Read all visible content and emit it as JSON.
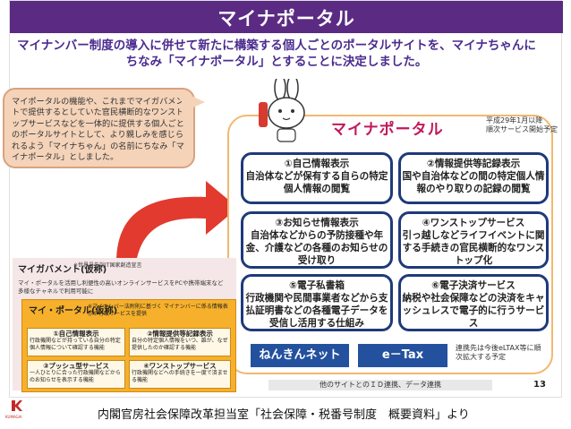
{
  "title": "マイナポータル",
  "lead": {
    "line1": "マイナンバー制度の導入に併せて新たに構築する個人ごとのポータルサイトを、マイナちゃんに",
    "line2": "ちなみ「マイナポータル」とすることに決定しました。"
  },
  "speech": {
    "text": "マイポータルの機能や、これまでマイガバメントで提供するとしていた官民横断的なワンストップサービスなどを一体的に提供する個人ごとのポータルサイトとして、より親しみを感じられるよう「マイナちゃん」の名前にちなみ「マイナポータル」としました。"
  },
  "portal": {
    "heading": "マイナポータル",
    "note": "平成29年1月以降\n順次サービス開始予定",
    "services": [
      {
        "title": "①自己情報表示",
        "body": "自治体などが保有する自らの特定個人情報の閲覧"
      },
      {
        "title": "②情報提供等記録表示",
        "body": "国や自治体などの間の特定個人情報のやり取りの記録の閲覧"
      },
      {
        "title": "③お知らせ情報表示",
        "body": "自治体などからの予防接種や年金、介護などの各種のお知らせの受け取り"
      },
      {
        "title": "④ワンストップサービス",
        "body": "引っ越しなどライフイベントに関する手続きの官民横断的なワンストップ化"
      },
      {
        "title": "⑤電子私書箱",
        "body": "行政機関や民間事業者などから支払証明書などの各種電子データを受信し活用する仕組み"
      },
      {
        "title": "⑥電子決済サービス",
        "body": "納税や社会保障などの決済をキャッシュレスで電子的に行うサービス"
      }
    ],
    "nenkin": "ねんきんネット",
    "etax": "e－Tax",
    "tax_note": "連携先は今後eLTAX等に順次拡大する予定",
    "bottom_bar": "他のサイトとのＩＤ連携、データ連携"
  },
  "left": {
    "gov_title": "マイガバメント(仮称)",
    "gov_note": "※世界最先端IT国家創造宣言",
    "gov_desc": "マイ・ポータルを活用し利便性の高いオンラインサービスをPCや携帯端末など多様なチャネルで利用可能に",
    "mp_title": "マイ・ポータル(仮称)",
    "mp_note": "※マイナンバー法附則に基づく マイナンバーに係る情報表示や行政サービスを提供",
    "mini": [
      {
        "title": "①自己情報表示",
        "body": "行政機関などが持っている自分の特定個人情報について確認する機能"
      },
      {
        "title": "②情報提供等記録表示",
        "body": "自分の特定個人情報をいつ、誰が、なぜ提供したのか確認する機能"
      },
      {
        "title": "③プッシュ型サービス",
        "body": "一人ひとりに合った行政機関などからのお知らせを表示する機能"
      },
      {
        "title": "④ワンストップサービス",
        "body": "行政機関などへの手続きを一度で済ませる機能"
      }
    ]
  },
  "page_number": "13",
  "caption": "内閣官房社会保障改革担当室「社会保障・税番号制度　概要資料」より",
  "logo_text": "KUMAGAI",
  "colors": {
    "title_bar": "#5b2b83",
    "accent_text": "#4b2c8f",
    "service_border": "#1f3a7a",
    "portal_heading": "#c2185b",
    "button_blue": "#24519e",
    "arrow_red": "#e23a2e"
  }
}
